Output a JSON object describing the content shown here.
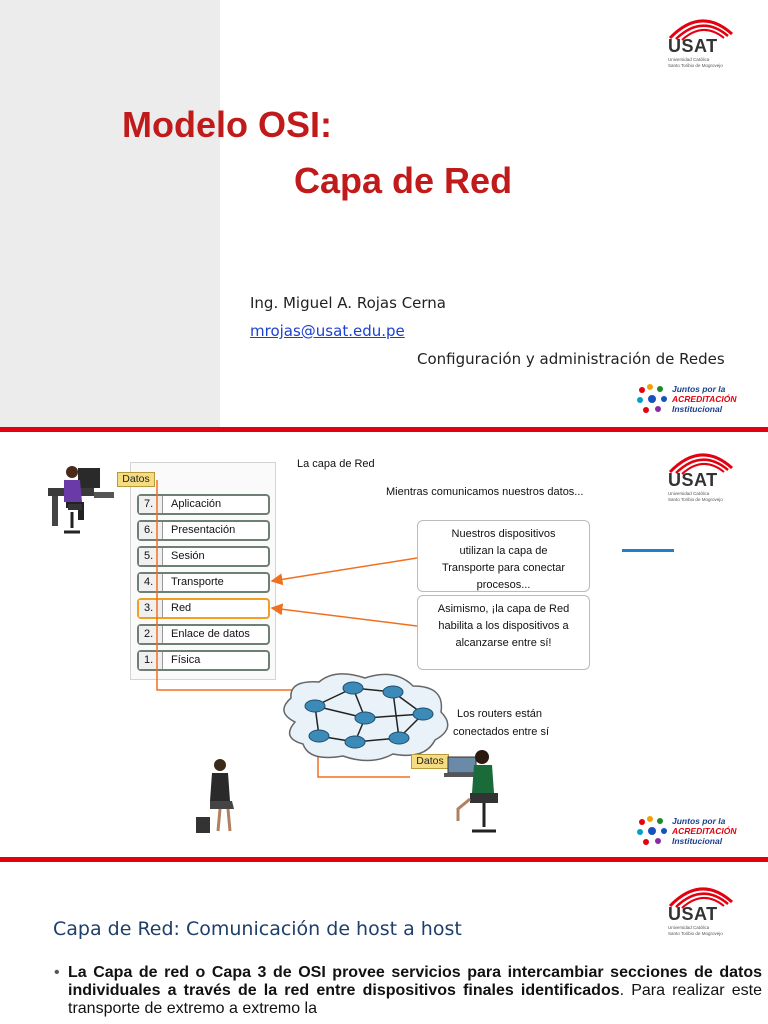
{
  "slide1": {
    "title_line1": "Modelo OSI:",
    "title_line2": "Capa de Red",
    "author": "Ing. Miguel A. Rojas Cerna",
    "email": "mrojas@usat.edu.pe",
    "course": "Configuración y administración de Redes"
  },
  "logos": {
    "usat_word": "USAT",
    "usat_sub1": "Universidad Católica",
    "usat_sub2": "Santo Toribio de Mogrovejo",
    "jumbos_line1": "Juntos por la",
    "jumbos_line2": "ACREDITACIÓN",
    "jumbos_line3": "Institucional"
  },
  "slide2": {
    "title": "La capa de Red",
    "subtitle": "Mientras comunicamos nuestros datos...",
    "datos_label": "Datos",
    "layers": [
      {
        "num": "7.",
        "name": "Aplicación"
      },
      {
        "num": "6.",
        "name": "Presentación"
      },
      {
        "num": "5.",
        "name": "Sesión"
      },
      {
        "num": "4.",
        "name": "Transporte"
      },
      {
        "num": "3.",
        "name": "Red"
      },
      {
        "num": "2.",
        "name": "Enlace de datos"
      },
      {
        "num": "1.",
        "name": "Física"
      }
    ],
    "callout1": [
      "Nuestros dispositivos",
      "utilizan la capa de",
      "Transporte para conectar",
      "procesos..."
    ],
    "callout2": [
      "Asimismo, ¡la capa de Red",
      "habilita a los dispositivos a",
      "alcanzarse entre sí!"
    ],
    "routers_text": [
      "Los routers están",
      "conectados entre sí"
    ]
  },
  "slide3": {
    "heading": "Capa de Red: Comunicación de host a host",
    "bullet": "•",
    "body_bold": "La Capa de red o Capa 3 de OSI provee servicios para intercambiar secciones de datos individuales a través de la red entre dispositivos finales identificados",
    "body_rest": ". Para realizar este transporte de extremo a extremo la"
  },
  "colors": {
    "accent_red": "#e3000f",
    "title_red": "#c01a1a",
    "heading_blue": "#1f3f6b",
    "arrow_orange": "#f07020"
  }
}
